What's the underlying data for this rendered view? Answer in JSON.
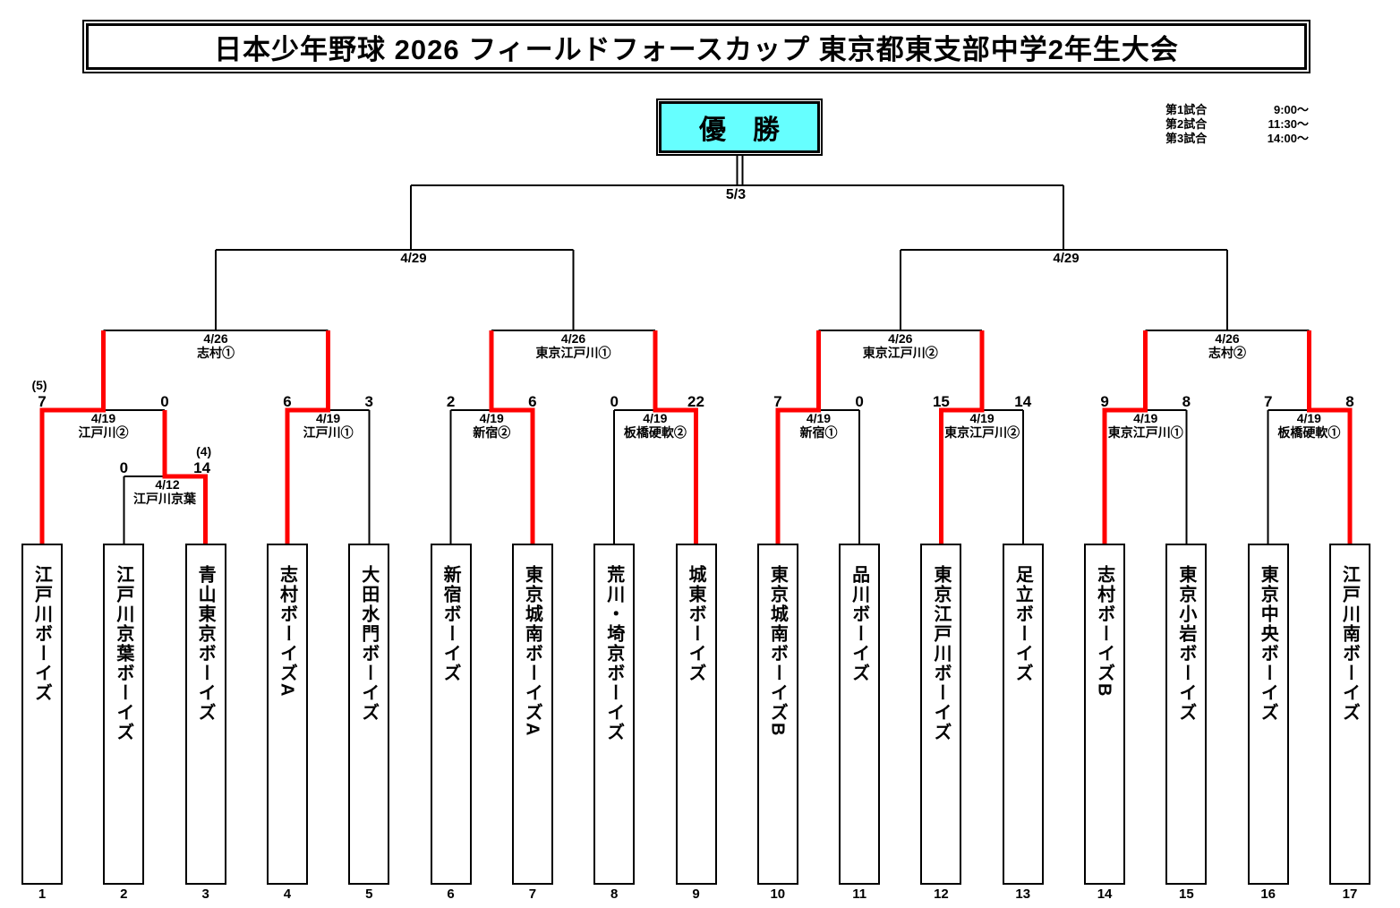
{
  "title": "日本少年野球 2026 フィールドフォースカップ 東京都東支部中学2年生大会",
  "champion_label": "優　勝",
  "schedule": [
    {
      "label": "第1試合",
      "time": "9:00～"
    },
    {
      "label": "第2試合",
      "time": "11:30～"
    },
    {
      "label": "第3試合",
      "time": "14:00～"
    }
  ],
  "final": {
    "date": "5/3"
  },
  "semifinals": [
    {
      "date": "4/29"
    },
    {
      "date": "4/29"
    }
  ],
  "quarterfinals": [
    {
      "date": "4/26",
      "venue": "志村①"
    },
    {
      "date": "4/26",
      "venue": "東京江戸川①"
    },
    {
      "date": "4/26",
      "venue": "東京江戸川②"
    },
    {
      "date": "4/26",
      "venue": "志村②"
    }
  ],
  "first_round": [
    {
      "date": "4/19",
      "venue": "江戸川②",
      "left_score": "7",
      "left_note": "(5)",
      "right_score": "0",
      "winner": "left"
    },
    {
      "date": "4/19",
      "venue": "江戸川①",
      "left_score": "6",
      "right_score": "3",
      "winner": "left"
    },
    {
      "date": "4/19",
      "venue": "新宿②",
      "left_score": "2",
      "right_score": "6",
      "winner": "right"
    },
    {
      "date": "4/19",
      "venue": "板橋硬軟②",
      "left_score": "0",
      "right_score": "22",
      "winner": "right"
    },
    {
      "date": "4/19",
      "venue": "新宿①",
      "left_score": "7",
      "right_score": "0",
      "winner": "left"
    },
    {
      "date": "4/19",
      "venue": "東京江戸川②",
      "left_score": "15",
      "right_score": "14",
      "winner": "left"
    },
    {
      "date": "4/19",
      "venue": "東京江戸川①",
      "left_score": "9",
      "right_score": "8",
      "winner": "left"
    },
    {
      "date": "4/19",
      "venue": "板橋硬軟①",
      "left_score": "7",
      "right_score": "8",
      "winner": "right"
    }
  ],
  "playin": {
    "date": "4/12",
    "venue": "江戸川京葉",
    "left_score": "0",
    "right_score": "14",
    "right_note": "(4)",
    "winner": "right"
  },
  "teams": [
    {
      "no": "1",
      "name": "江戸川ボーイズ"
    },
    {
      "no": "2",
      "name": "江戸川京葉ボーイズ"
    },
    {
      "no": "3",
      "name": "青山東京ボーイズ"
    },
    {
      "no": "4",
      "name": "志村ボーイズA"
    },
    {
      "no": "5",
      "name": "大田水門ボーイズ"
    },
    {
      "no": "6",
      "name": "新宿ボーイズ"
    },
    {
      "no": "7",
      "name": "東京城南ボーイズA"
    },
    {
      "no": "8",
      "name": "荒川・埼京ボーイズ"
    },
    {
      "no": "9",
      "name": "城東ボーイズ"
    },
    {
      "no": "10",
      "name": "東京城南ボーイズB"
    },
    {
      "no": "11",
      "name": "品川ボーイズ"
    },
    {
      "no": "12",
      "name": "東京江戸川ボーイズ"
    },
    {
      "no": "13",
      "name": "足立ボーイズ"
    },
    {
      "no": "14",
      "name": "志村ボーイズB"
    },
    {
      "no": "15",
      "name": "東京小岩ボーイズ"
    },
    {
      "no": "16",
      "name": "東京中央ボーイズ"
    },
    {
      "no": "17",
      "name": "江戸川南ボーイズ"
    }
  ],
  "colors": {
    "winner_path": "#FF0000",
    "bracket_line": "#000000",
    "champion_fill": "#66FFFF"
  }
}
